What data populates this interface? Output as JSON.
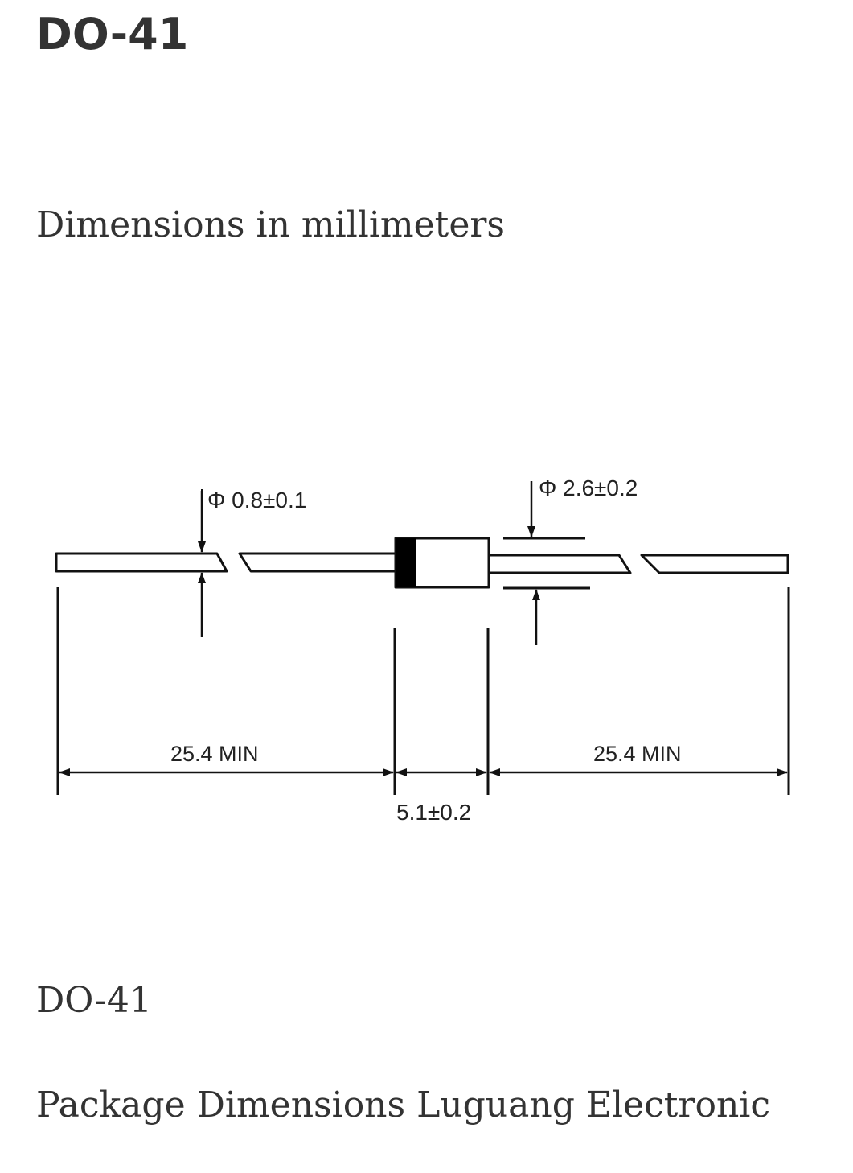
{
  "header": {
    "title": "DO-41"
  },
  "subtitle": "Dimensions in millimeters",
  "diagram": {
    "package": "DO-41",
    "lead_diameter_label": "Φ 0.8±0.1",
    "body_diameter_label": "Φ 2.6±0.2",
    "left_lead_length_label": "25.4 MIN",
    "right_lead_length_label": "25.4 MIN",
    "body_length_label": "5.1±0.2",
    "colors": {
      "line": "#111111",
      "cathode_band": "#000000",
      "background": "#ffffff"
    }
  },
  "captions": {
    "package_name": "DO-41",
    "source": "Package Dimensions Luguang Electronic"
  }
}
